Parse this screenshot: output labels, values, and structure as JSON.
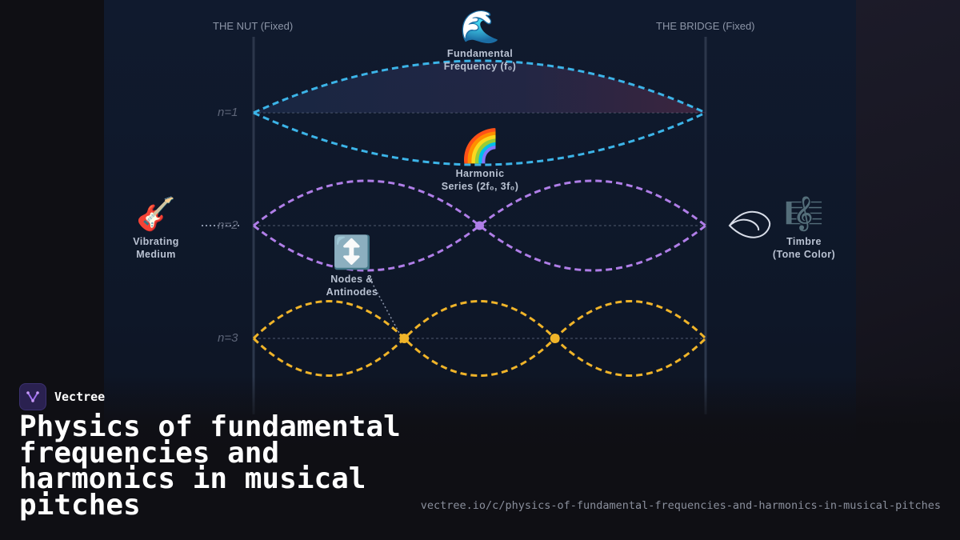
{
  "diagram": {
    "nut_label": "THE NUT (Fixed)",
    "bridge_label": "THE BRIDGE (Fixed)",
    "harmonics": [
      {
        "label": "n=1",
        "color": "#3cb4e8"
      },
      {
        "label": "n=2",
        "color": "#b07ee8"
      },
      {
        "label": "n=3",
        "color": "#f0b429"
      }
    ],
    "concepts": {
      "fundamental": {
        "icon": "wave-icon",
        "glyph": "🌊",
        "line1": "Fundamental",
        "line2": "Frequency (f₀)"
      },
      "harmonic_series": {
        "icon": "rainbow-icon",
        "glyph": "🌈",
        "line1": "Harmonic",
        "line2": "Series (2f₀, 3f₀)"
      },
      "vibrating_medium": {
        "icon": "guitar-icon",
        "glyph": "🎸",
        "line1": "Vibrating",
        "line2": "Medium"
      },
      "nodes": {
        "icon": "up-down-arrow-icon",
        "glyph": "↕️",
        "line1": "Nodes &",
        "line2": "Antinodes"
      },
      "timbre": {
        "icon": "treble-clef-icon",
        "glyph": "🎼",
        "line1": "Timbre",
        "line2": "(Tone Color)"
      }
    }
  },
  "footer": {
    "brand": "Vectree",
    "title": "Physics of fundamental frequencies and harmonics in musical pitches",
    "url": "vectree.io/c/physics-of-fundamental-frequencies-and-harmonics-in-musical-pitches"
  }
}
